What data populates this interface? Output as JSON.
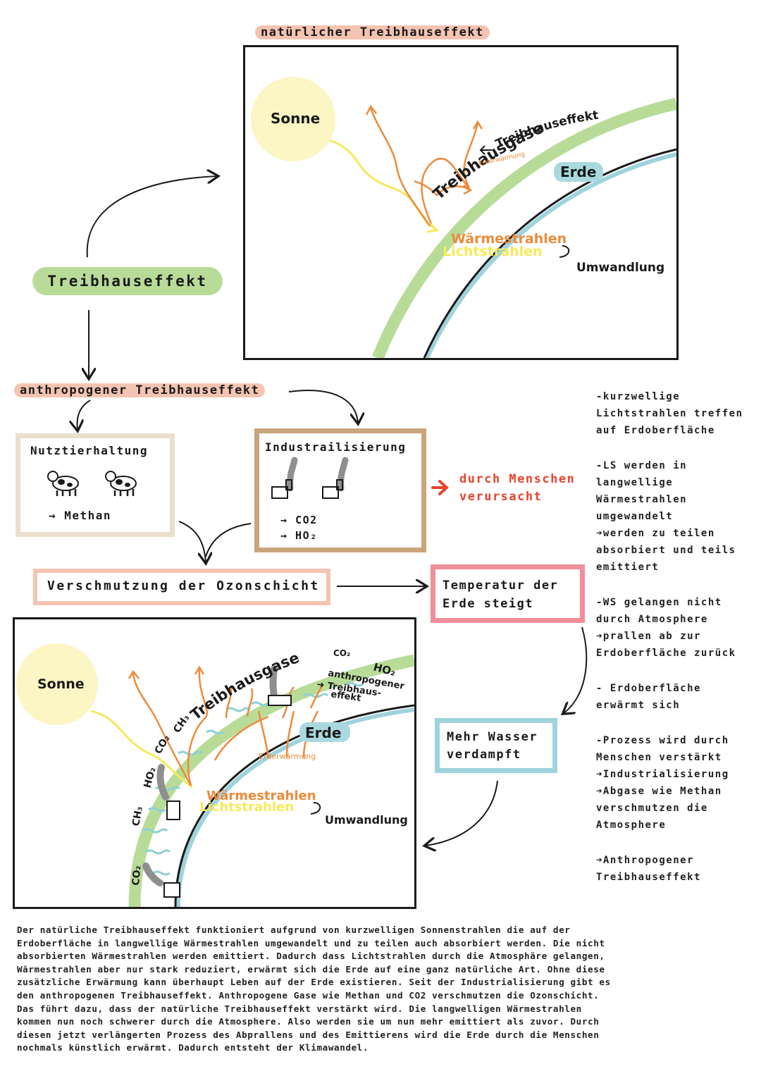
{
  "top_diagram": {
    "title": "natürlicher Treibhauseffekt",
    "sun": "Sonne",
    "gases": "Treibhausgase",
    "effect": "Treibhauseffekt",
    "warming": "Erderwärmung",
    "earth": "Erde",
    "heat_rays": "Wärmestrahlen",
    "light_rays": "Lichtstrahlen",
    "conversion": "Umwandlung"
  },
  "main_label": "Treibhauseffekt",
  "anthro_title": "anthropogener Treibhauseffekt",
  "livestock": {
    "title": "Nutztierhaltung",
    "item": "→ Methan"
  },
  "industry": {
    "title": "Industrailisierung",
    "items": [
      "→ CO2",
      "→ HO₂"
    ]
  },
  "human_caused": [
    "durch Menschen",
    "verursacht"
  ],
  "ozone_box": "Verschmutzung der Ozonschicht",
  "temp_box": [
    "Temperatur der",
    "Erde steigt"
  ],
  "water_box": [
    "Mehr Wasser",
    "verdampft"
  ],
  "bottom_diagram": {
    "sun": "Sonne",
    "gases": "Treibhausgase",
    "co2_top": "CO₂",
    "ho2_top": "HO₂",
    "anthro": "anthropogener",
    "effect_arrow": "➜ Treibhaus-",
    "effect_end": "effekt",
    "ch3_upper": "CH₃",
    "co2_mid": "CO₂",
    "ho2_left": "HO₂",
    "ch3_left": "CH₃",
    "co2_left": "CO₂",
    "warming": "Erderwärmung",
    "earth": "Erde",
    "heat_rays": "Wärmestrahlen",
    "light_rays": "Lichtstrahlen",
    "conversion": "Umwandlung"
  },
  "side_notes": [
    "-kurzwellige",
    "Lichtstrahlen treffen",
    "auf Erdoberfläche",
    "",
    "-LS werden in",
    "langwellige",
    "Wärmestrahlen",
    "umgewandelt",
    "➜werden zu teilen",
    "absorbiert und teils",
    "emittiert",
    "",
    "-WS gelangen nicht",
    "durch Atmosphere",
    "➜prallen ab zur",
    "Erdoberfläche zurück",
    "",
    "- Erdoberfläche",
    "erwärmt sich",
    "",
    "-Prozess wird durch",
    "Menschen verstärkt",
    "➜Industrialisierung",
    "➜Abgase wie Methan",
    "verschmutzen die",
    "Atmosphere",
    "",
    "➜Anthropogener",
    "Treibhauseffekt"
  ],
  "paragraph": [
    "Der natürliche Treibhauseffekt funktioniert aufgrund von kurzwelligen Sonnenstrahlen die auf der",
    "Erdoberfläche in langwellige Wärmestrahlen umgewandelt und zu teilen auch absorbiert werden. Die nicht",
    "absorbierten Wärmestrahlen werden emittiert. Dadurch dass Lichtstrahlen durch die Atmosphäre gelangen,",
    "Wärmestrahlen aber nur stark reduziert, erwärmt sich die Erde auf eine ganz natürliche Art. Ohne diese",
    "zusätzliche Erwärmung kann überhaupt Leben auf der Erde existieren. Seit der Industrialisierung gibt es",
    "den anthropogenen Treibhauseffekt. Anthropogene Gase wie Methan und CO2 verschmutzen die Ozonschicht.",
    "Das führt dazu, dass der natürliche Treibhauseffekt verstärkt wird. Die langwelligen Wärmestrahlen",
    "kommen nun noch schwerer durch die Atmosphere. Also werden sie um nun mehr emittiert als zuvor. Durch",
    "diesen jetzt verlängerten Prozess des Abprallens und des Emittierens wird die Erde durch die Menschen",
    "nochmals künstlich erwärmt. Dadurch entsteht der Klimawandel."
  ],
  "colors": {
    "green": "#b8dc98",
    "sun": "#fbf6c4",
    "orange": "#ee8a3a",
    "yellow": "#f7e95a",
    "earth_label": "#a9d9de",
    "peach": "#f4c4b2",
    "red": "#e8432b",
    "pink": "#f08e9a",
    "blue": "#9fd3dc",
    "beige": "#eadfcc",
    "brown": "#c9a57b"
  }
}
